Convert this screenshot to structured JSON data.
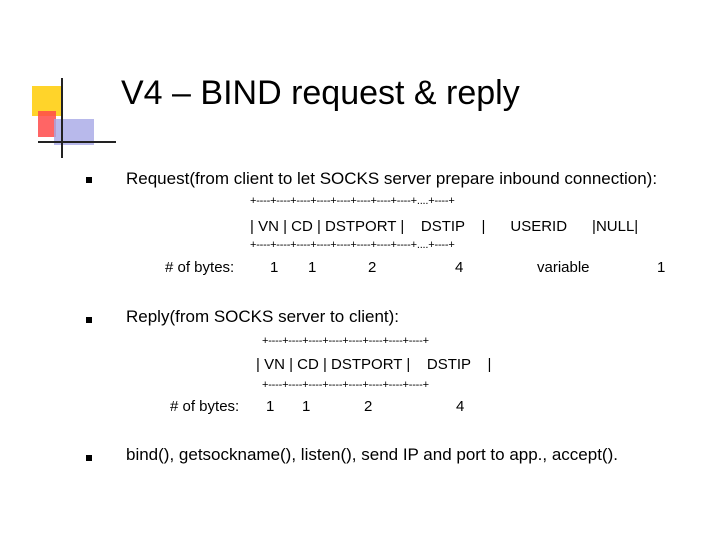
{
  "slide": {
    "title": "V4 – BIND request & reply",
    "sections": [
      {
        "bullet": "Request(from client to let SOCKS server prepare inbound connection):",
        "border_top": "+----+----+----+----+----+----+----+----+....+----+",
        "row": "| VN | CD | DSTPORT |    DSTIP    |      USERID      |NULL|",
        "border_bottom": "+----+----+----+----+----+----+----+----+....+----+",
        "bytes_label": "# of bytes:",
        "bytes": [
          "1",
          "1",
          "2",
          "4",
          "variable",
          "1"
        ]
      },
      {
        "bullet": "Reply(from SOCKS server to client):",
        "border_top": "+----+----+----+----+----+----+----+----+",
        "row": "| VN | CD | DSTPORT |    DSTIP    |",
        "border_bottom": "+----+----+----+----+----+----+----+----+",
        "bytes_label": "# of bytes:",
        "bytes": [
          "1",
          "1",
          "2",
          "4"
        ]
      }
    ],
    "final_bullet": "bind(), getsockname(), listen(), send IP and port to app., accept()."
  }
}
